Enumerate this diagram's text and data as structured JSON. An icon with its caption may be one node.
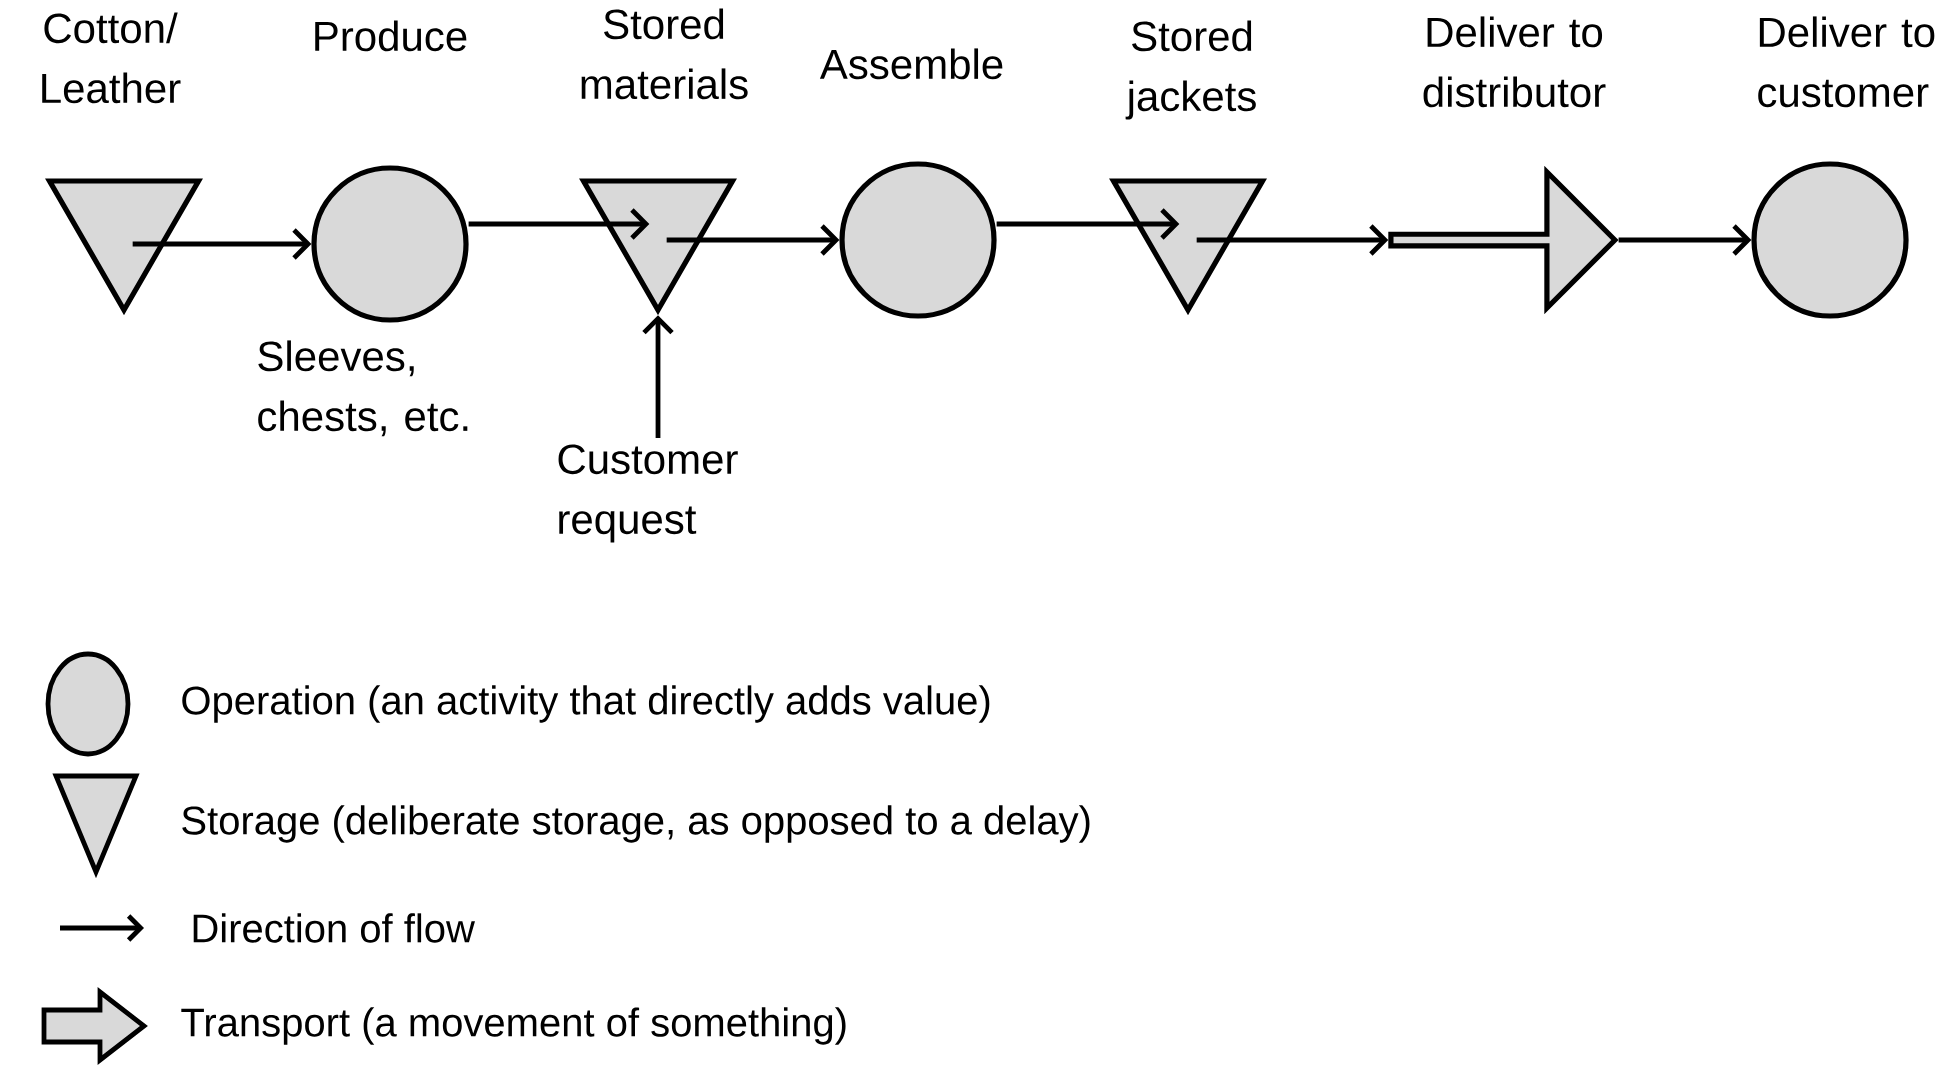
{
  "diagram": {
    "nodes": [
      {
        "text": [
          "Cotton/ Leather"
        ]
      },
      {
        "text": [
          "Produce"
        ],
        "beside": [
          "Sleeves, chests, etc."
        ]
      },
      {
        "text": [
          "Stored materials"
        ]
      },
      {
        "text": [
          "Assemble"
        ]
      },
      {
        "text": [
          "Stored jackets"
        ]
      },
      {
        "text": [
          "Deliver to distributor"
        ]
      },
      {
        "text": [
          "Deliver to customer"
        ]
      },
      {
        "text": [
          "Customer request"
        ]
      }
    ],
    "edges": [
      {
        "from": 0,
        "to": 1,
        "arrow": "to"
      },
      {
        "from": 1,
        "to": 2,
        "arrow": "to"
      },
      {
        "from": 2,
        "to": 3,
        "arrow": "to"
      },
      {
        "from": 3,
        "to": 4,
        "arrow": "to"
      },
      {
        "from": 4,
        "to": 5,
        "arrow": "to"
      },
      {
        "from": 5,
        "to": 6,
        "arrow": "to"
      },
      {
        "from": 7,
        "to": 2,
        "arrow": "to"
      }
    ],
    "legend": [
      {
        "text": "Operation (an activity that directly adds value)"
      },
      {
        "text": "Storage (deliberate storage, as opposed to a delay)"
      },
      {
        "text": "Direction of flow"
      },
      {
        "text": "Transport (a movement of something)"
      }
    ]
  }
}
